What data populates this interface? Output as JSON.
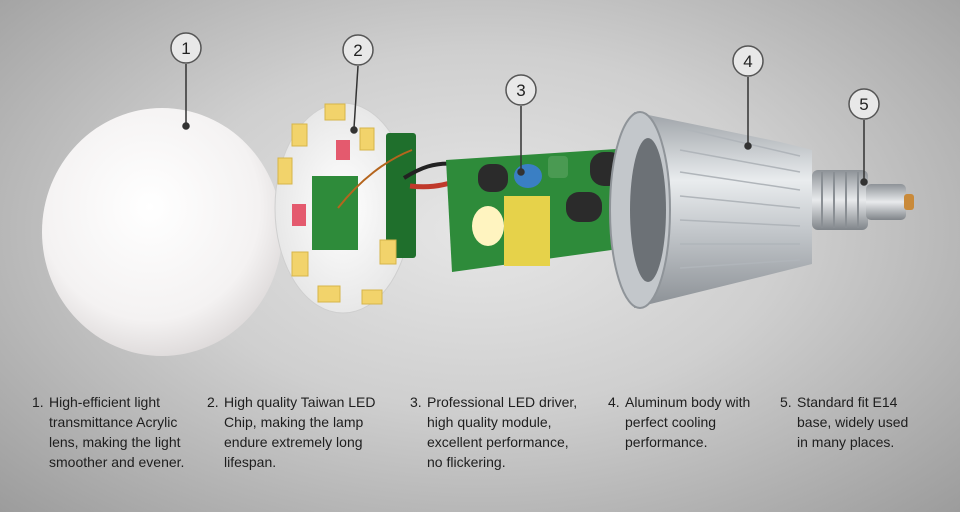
{
  "callouts": [
    "1",
    "2",
    "3",
    "4",
    "5"
  ],
  "colors": {
    "pcb_green": "#2e8b3a",
    "led_yellow": "#f2d36b",
    "aluminum": "#c9cdd2",
    "copper_wire": "#c0392b"
  },
  "captions": [
    {
      "num": "1.",
      "lines": [
        "High-efficient light",
        "transmittance Acrylic",
        "lens, making the light",
        "smoother and evener."
      ]
    },
    {
      "num": "2.",
      "lines": [
        "High quality Taiwan LED",
        "Chip, making the lamp",
        "endure extremely long",
        "lifespan."
      ]
    },
    {
      "num": "3.",
      "lines": [
        "Professional LED driver,",
        "high quality module,",
        "excellent performance,",
        "no flickering."
      ]
    },
    {
      "num": "4.",
      "lines": [
        "Aluminum body with",
        "perfect cooling",
        "performance."
      ]
    },
    {
      "num": "5.",
      "lines": [
        "Standard fit E14",
        "base, widely used",
        "in many places."
      ]
    }
  ]
}
